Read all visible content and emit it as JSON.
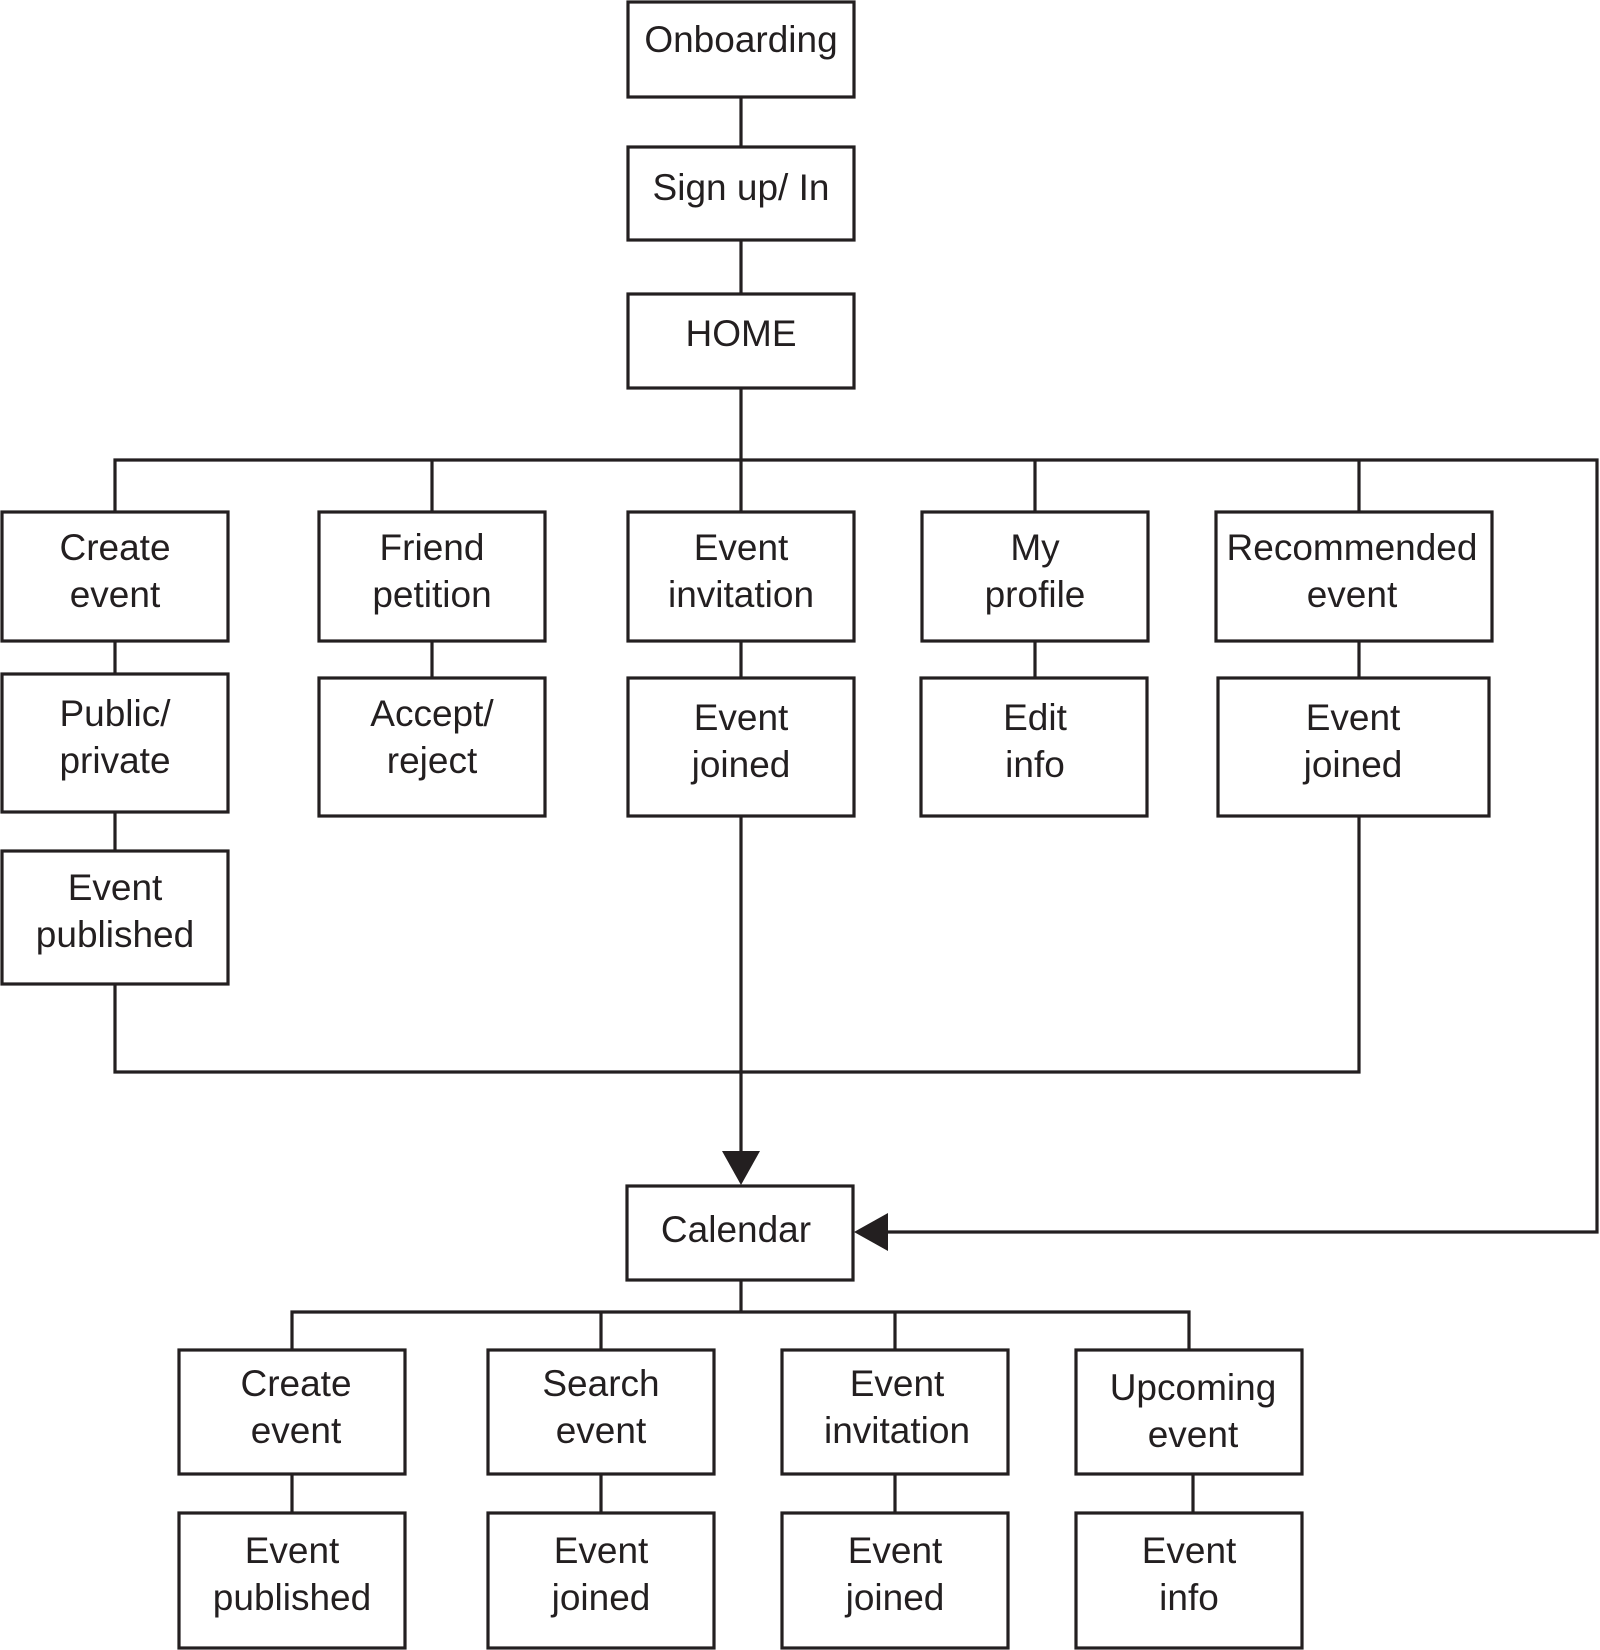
{
  "nodes": {
    "onboarding": "Onboarding",
    "signup": "Sign up/ In",
    "home": "HOME",
    "create_event": [
      "Create",
      "event"
    ],
    "public_private": [
      "Public/",
      "private"
    ],
    "event_published": [
      "Event",
      "published"
    ],
    "friend_petition": [
      "Friend",
      "petition"
    ],
    "accept_reject": [
      "Accept/",
      "reject"
    ],
    "event_invitation": [
      "Event",
      "invitation"
    ],
    "event_joined": [
      "Event",
      "joined"
    ],
    "my_profile": [
      "My",
      "profile"
    ],
    "edit_info": [
      "Edit",
      "info"
    ],
    "recommended_event": [
      "Recommended",
      "event"
    ],
    "recommended_joined": [
      "Event",
      "joined"
    ],
    "calendar": "Calendar",
    "cal_create_event": [
      "Create",
      "event"
    ],
    "cal_event_published": [
      "Event",
      "published"
    ],
    "cal_search_event": [
      "Search",
      "event"
    ],
    "cal_search_joined": [
      "Event",
      "joined"
    ],
    "cal_event_invitation": [
      "Event",
      "invitation"
    ],
    "cal_invitation_joined": [
      "Event",
      "joined"
    ],
    "cal_upcoming_event": [
      "Upcoming",
      "event"
    ],
    "cal_event_info": [
      "Event",
      "info"
    ]
  },
  "colors": {
    "stroke": "#231f20",
    "fill": "#ffffff"
  }
}
